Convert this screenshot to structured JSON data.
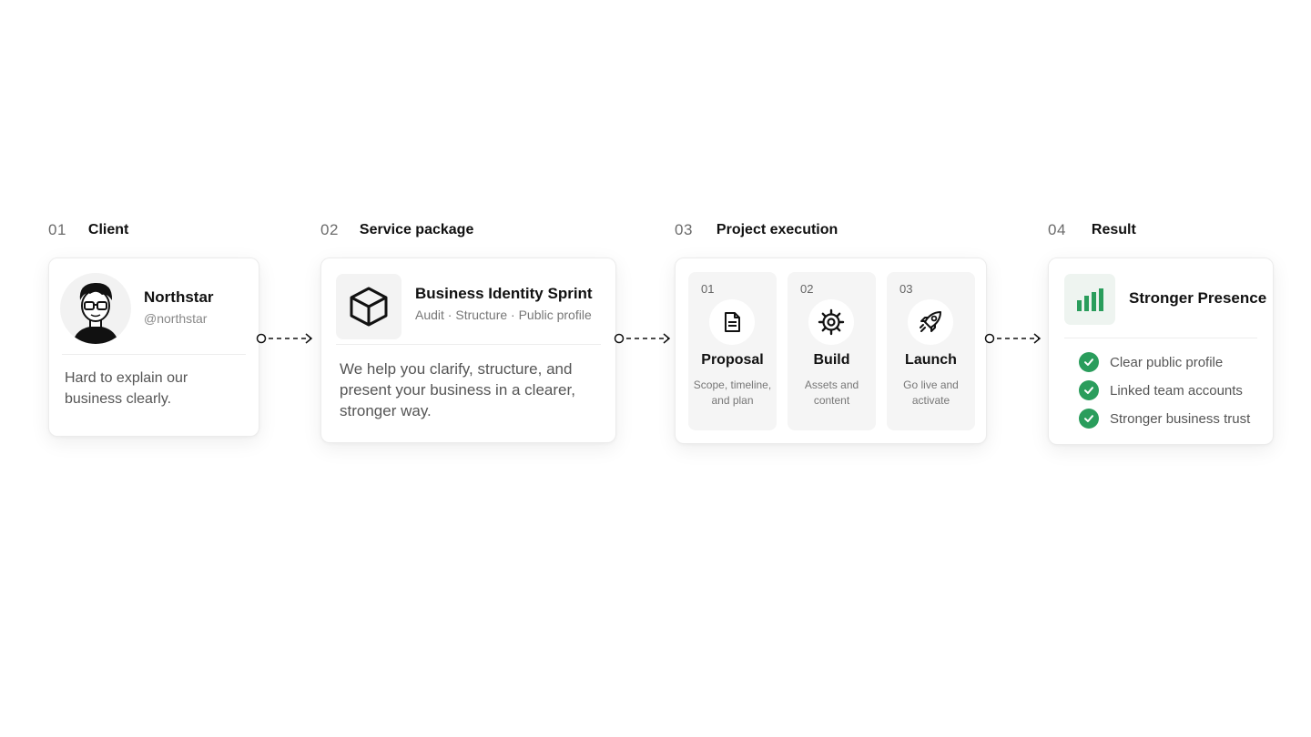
{
  "stages": [
    {
      "num": "01",
      "title": "Client"
    },
    {
      "num": "02",
      "title": "Service package"
    },
    {
      "num": "03",
      "title": "Project execution"
    },
    {
      "num": "04",
      "title": "Result"
    }
  ],
  "client": {
    "name": "Northstar",
    "handle": "@northstar",
    "quote": "Hard to explain our business clearly.",
    "avatar_icon": "person-with-glasses-avatar"
  },
  "service": {
    "title": "Business Identity Sprint",
    "tags": "Audit · Structure · Public profile",
    "description": "We help you clarify, structure, and present your business in a clearer, stronger way.",
    "icon": "cube-icon"
  },
  "execution": {
    "steps": [
      {
        "num": "01",
        "title": "Proposal",
        "desc": "Scope, timeline, and plan",
        "icon": "document-icon"
      },
      {
        "num": "02",
        "title": "Build",
        "desc": "Assets and content",
        "icon": "gear-icon"
      },
      {
        "num": "03",
        "title": "Launch",
        "desc": "Go live and activate",
        "icon": "rocket-icon"
      }
    ]
  },
  "result": {
    "title": "Stronger Presence",
    "icon": "bar-chart-icon",
    "benefits": [
      "Clear public profile",
      "Linked team accounts",
      "Stronger business trust"
    ]
  },
  "colors": {
    "accent_green": "#2a9d5c",
    "chart_bg": "#eef4f0",
    "step_bg": "#f5f5f5",
    "text_muted": "#777777"
  }
}
